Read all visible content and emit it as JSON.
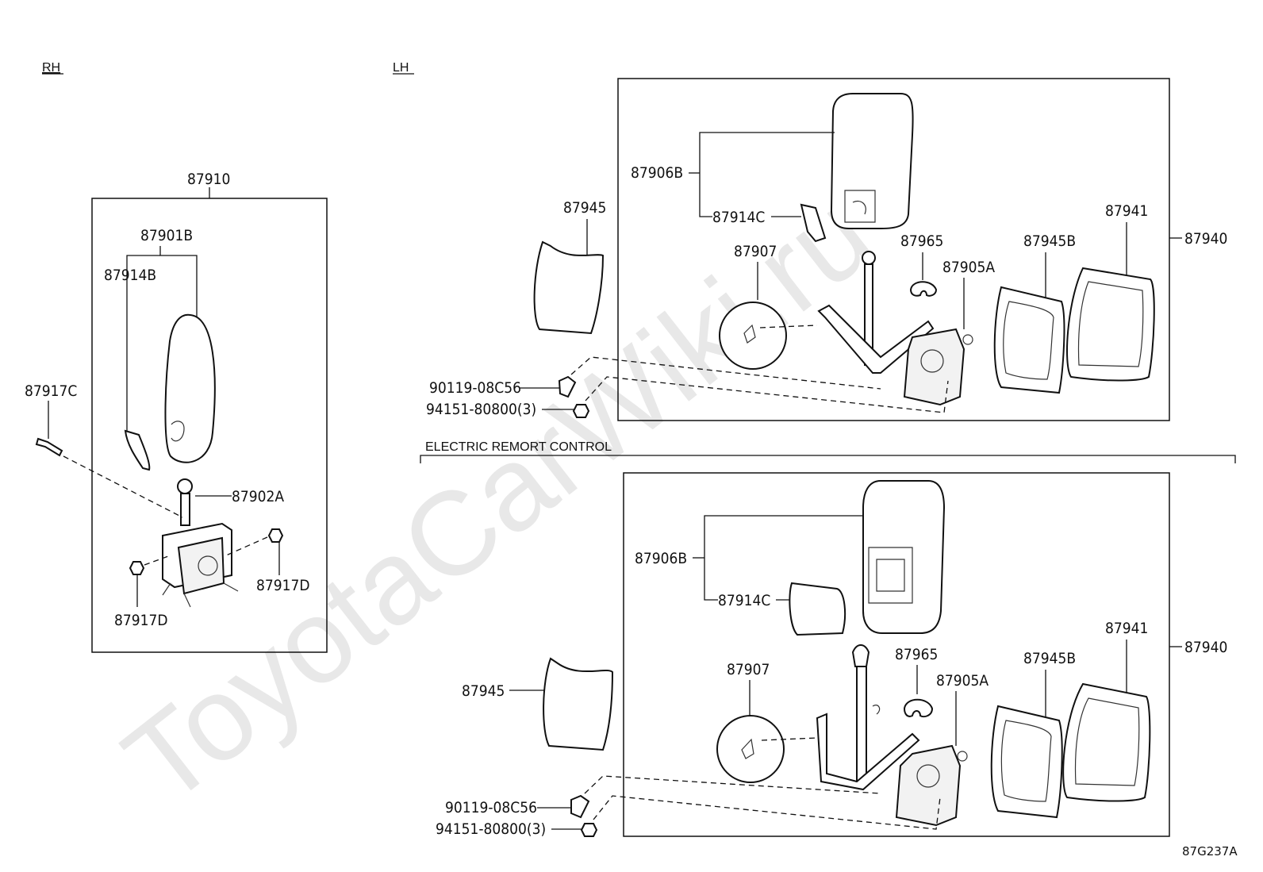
{
  "watermark": "ToyotaCarWiki.ru",
  "sections": {
    "rh": "RH",
    "lh": "LH",
    "electric": "ELECTRIC REMORT CONTROL"
  },
  "rh_labels": {
    "assembly": "87910",
    "mirror": "87901B",
    "cover": "87914B",
    "actuator": "87902A",
    "bolt": "87917C",
    "nut_right": "87917D",
    "nut_left": "87917D"
  },
  "lh_top_labels": {
    "mirror": "87906B",
    "cover": "87914C",
    "round_mirror": "87907",
    "clip": "87965",
    "bracket": "87905A",
    "gasket": "87945B",
    "base": "87941",
    "assembly": "87940",
    "cover_outer": "87945",
    "screw": "90119-08C56",
    "nut": "94151-80800(3)"
  },
  "lh_bottom_labels": {
    "mirror": "87906B",
    "cover": "87914C",
    "round_mirror": "87907",
    "clip": "87965",
    "bracket": "87905A",
    "gasket": "87945B",
    "base": "87941",
    "assembly": "87940",
    "cover_outer": "87945",
    "screw": "90119-08C56",
    "nut": "94151-80800(3)"
  },
  "diagram_code": "87G237A"
}
